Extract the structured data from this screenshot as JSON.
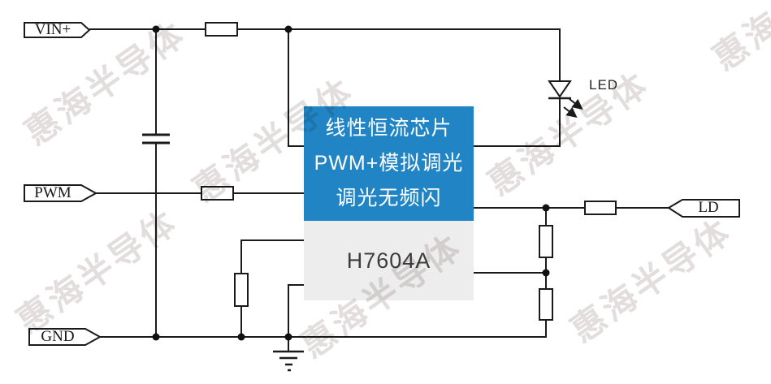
{
  "diagram": {
    "title_part": "H7604A",
    "chip": {
      "line1": "线性恒流芯片",
      "line2": "PWM+模拟调光",
      "line3": "调光无频闪",
      "part": "H7604A"
    },
    "ports": {
      "vin": {
        "label": "VIN+"
      },
      "pwm": {
        "label": "PWM"
      },
      "gnd": {
        "label": "GND"
      },
      "ld": {
        "label": "LD"
      }
    },
    "led_label": "LED",
    "watermark": {
      "text": "惠海半导体"
    },
    "colors": {
      "chip_blue": "#2185c5",
      "chip_gray": "#ededed",
      "wire": "#1a1a1a",
      "watermark": "#e2dede"
    }
  }
}
